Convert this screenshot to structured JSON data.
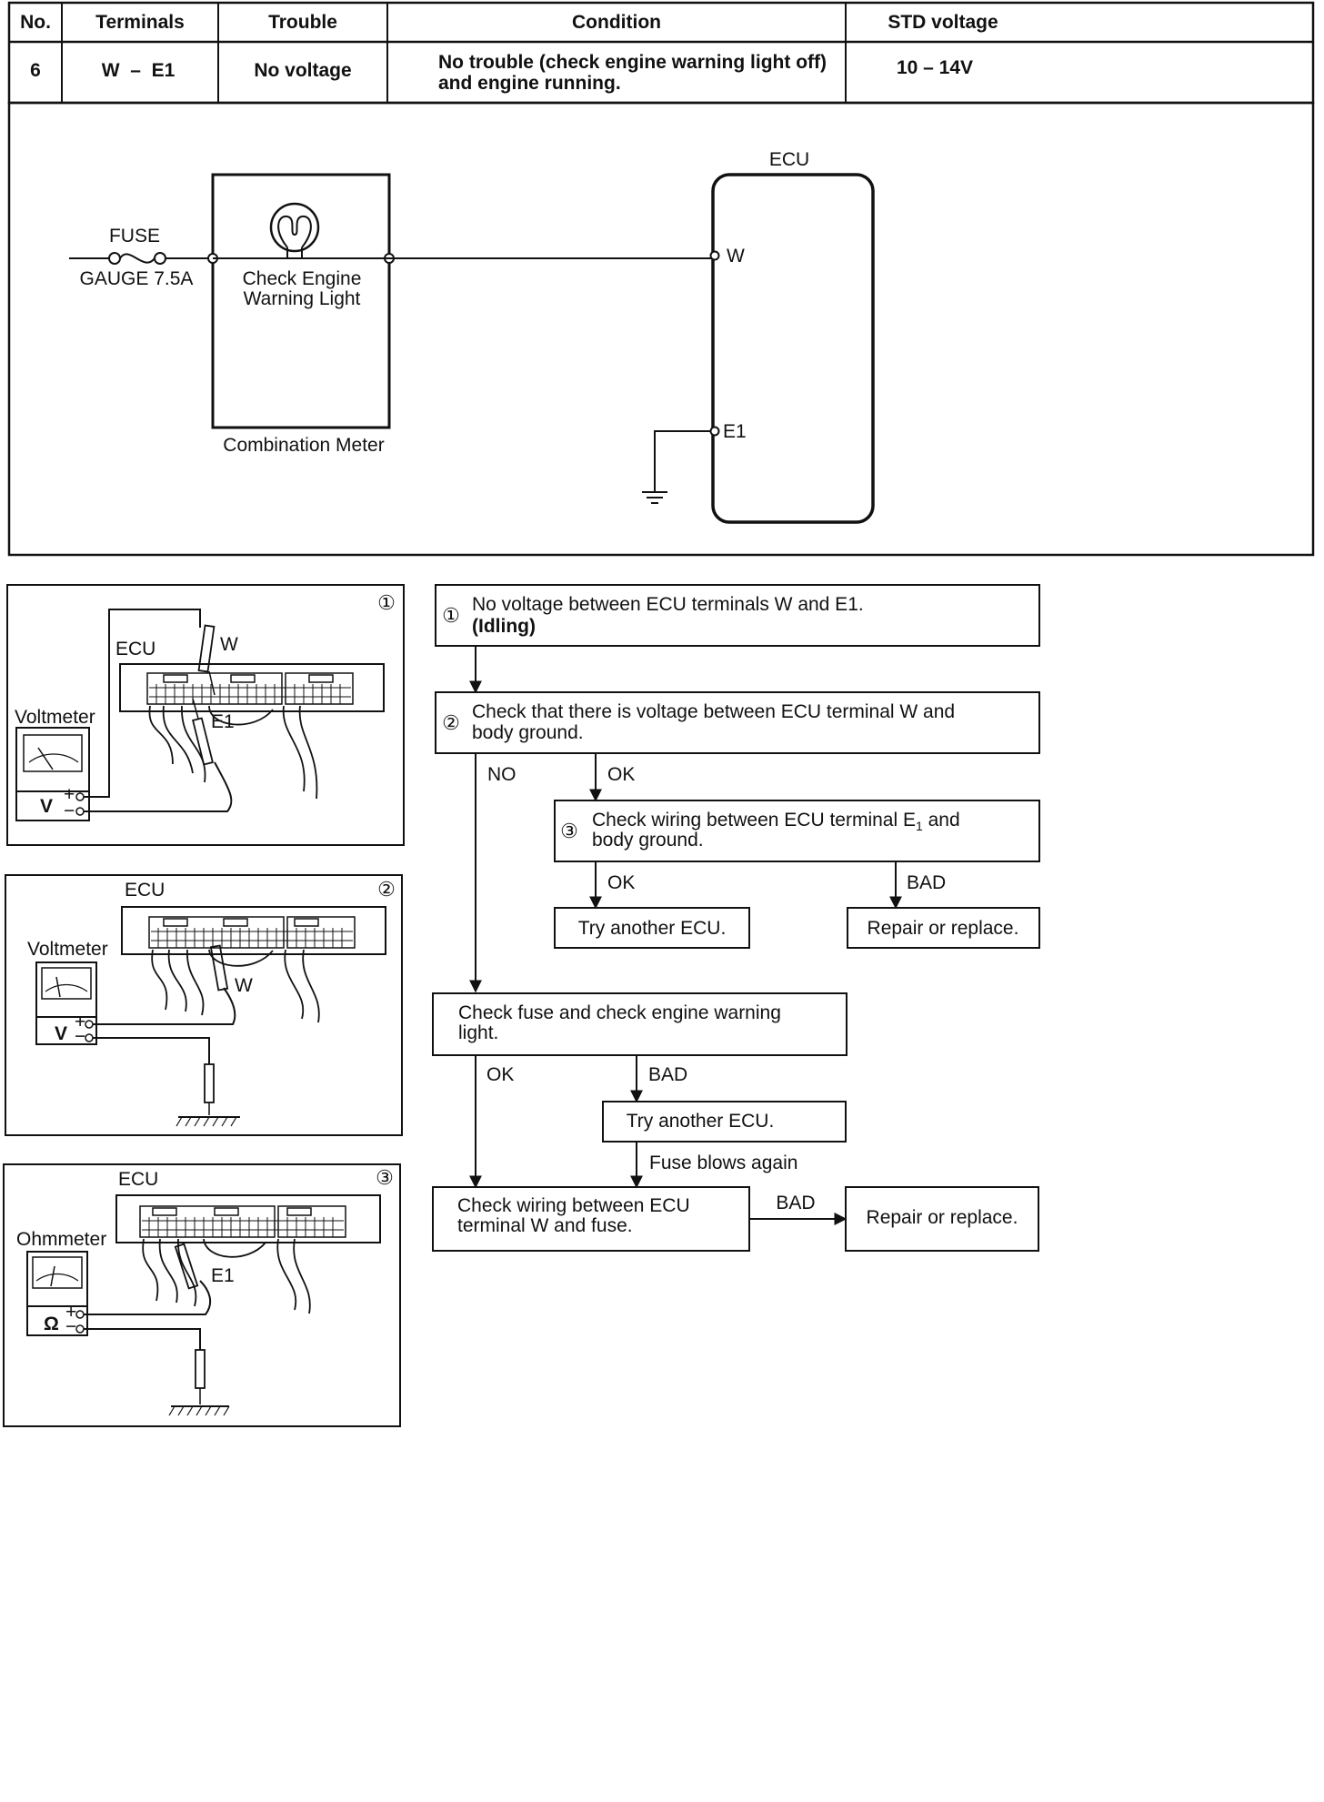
{
  "table": {
    "headers": [
      "No.",
      "Terminals",
      "Trouble",
      "Condition",
      "STD voltage"
    ],
    "row": {
      "no": "6",
      "terminals": "W  –  E1",
      "trouble": "No voltage",
      "condition_line1": "No trouble (check engine warning light off)",
      "condition_line2": "and engine running.",
      "std_voltage": "10 – 14V"
    }
  },
  "circuit": {
    "fuse_label": "FUSE",
    "fuse_rating": "GAUGE 7.5A",
    "light_label_line1": "Check Engine",
    "light_label_line2": "Warning Light",
    "meter_label": "Combination Meter",
    "ecu_label": "ECU",
    "terminal_w": "W",
    "terminal_e1": "E1"
  },
  "illustrations": [
    {
      "number": "①",
      "ecu": "ECU",
      "meter": "Voltmeter",
      "meter_symbol": "V",
      "probe1": "W",
      "probe2": "E1"
    },
    {
      "number": "②",
      "ecu": "ECU",
      "meter": "Voltmeter",
      "meter_symbol": "V",
      "probe1": "W"
    },
    {
      "number": "③",
      "ecu": "ECU",
      "meter": "Ohmmeter",
      "meter_symbol": "Ω",
      "probe1": "E1"
    }
  ],
  "flow": {
    "step1": {
      "num": "①",
      "line1": "No voltage between ECU terminals W and E1.",
      "line2": "(Idling)"
    },
    "step2": {
      "num": "②",
      "line1": "Check that there is voltage between ECU terminal W and",
      "line2": "body ground."
    },
    "step3": {
      "num": "③",
      "line1_a": "Check wiring between ECU terminal E",
      "line1_sub": "1",
      "line1_b": " and",
      "line2": "body ground."
    },
    "try_ecu_1": "Try another ECU.",
    "repair_1": "Repair or replace.",
    "check_fuse_line1": "Check fuse and check engine warning",
    "check_fuse_line2": "light.",
    "try_ecu_2": "Try another ECU.",
    "check_wiring_line1": "Check wiring between ECU",
    "check_wiring_line2": "terminal W and fuse.",
    "repair_2": "Repair or replace.",
    "labels": {
      "no": "NO",
      "ok": "OK",
      "bad": "BAD",
      "fuse_blows": "Fuse blows again"
    }
  }
}
